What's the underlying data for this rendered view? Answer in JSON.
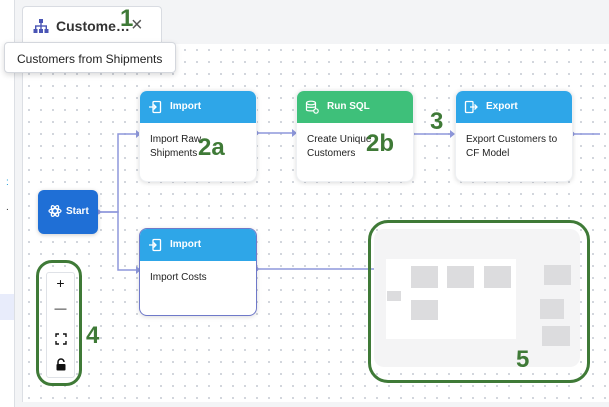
{
  "tab": {
    "title": "Custome…",
    "close": "×"
  },
  "tooltip": {
    "text": "Customers from Shipments"
  },
  "start_node": {
    "label": "Start"
  },
  "nodes": [
    {
      "header": "Import",
      "body": "Import Raw Shipments",
      "color": "#2ea6e8"
    },
    {
      "header": "Run SQL",
      "body": "Create Unique Customers",
      "color": "#3ec07a"
    },
    {
      "header": "Export",
      "body": "Export Customers to CF Model",
      "color": "#2ea6e8"
    },
    {
      "header": "Import",
      "body": "Import Costs",
      "color": "#2ea6e8"
    }
  ],
  "controls": {
    "zoom_in": "+",
    "zoom_out": "—"
  },
  "callouts": {
    "c1": "1",
    "c2a": "2a",
    "c2b": "2b",
    "c3": "3",
    "c4": "4",
    "c5": "5"
  },
  "colors": {
    "accent": "#3f7a37",
    "start": "#1f6fd6",
    "edge": "#8e97db"
  }
}
